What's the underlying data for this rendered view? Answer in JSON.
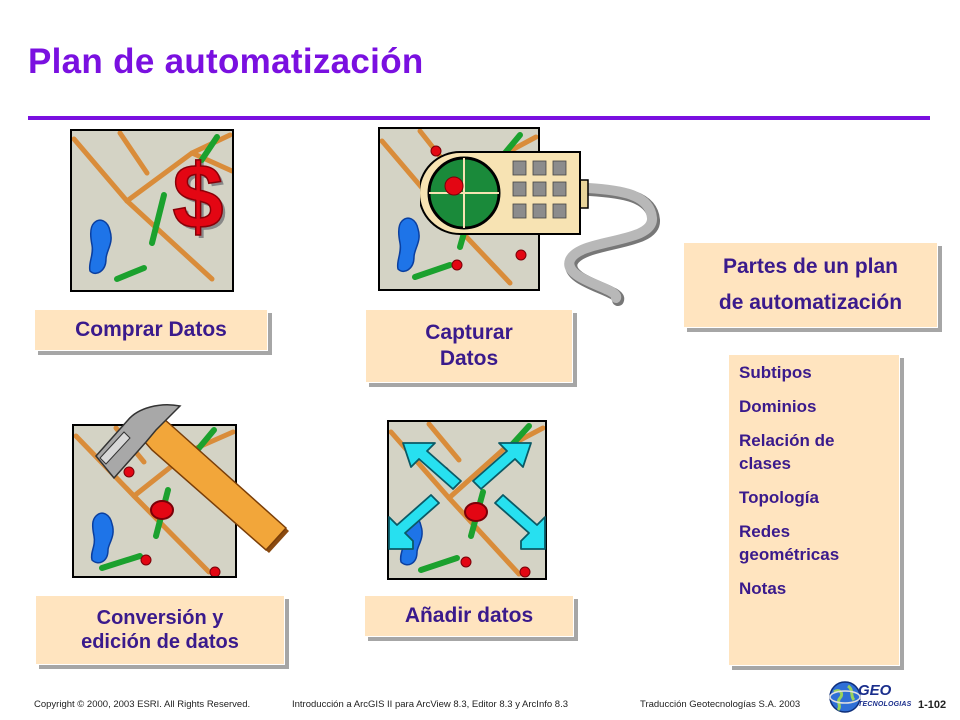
{
  "slide": {
    "title": "Plan de automatización"
  },
  "panels": {
    "buy": {
      "label": "Comprar Datos"
    },
    "capture": {
      "label_line1": "Capturar",
      "label_line2": "Datos"
    },
    "convert": {
      "label_line1": "Conversión y",
      "label_line2": "edición de datos"
    },
    "add": {
      "label": "Añadir datos"
    }
  },
  "parts": {
    "heading_line1": "Partes de un plan",
    "heading_line2": "de automatización",
    "items": [
      {
        "line1": "Subtipos",
        "line2": ""
      },
      {
        "line1": "Dominios",
        "line2": ""
      },
      {
        "line1": "Relación de",
        "line2": "clases"
      },
      {
        "line1": "Topología",
        "line2": ""
      },
      {
        "line1": "Redes",
        "line2": "geométricas"
      },
      {
        "line1": "Notas",
        "line2": ""
      }
    ]
  },
  "footer": {
    "copyright": "Copyright © 2000, 2003 ESRI.  All Rights Reserved.",
    "course": "Introducción a ArcGIS II para ArcView 8.3, Editor 8.3 y ArcInfo 8.3",
    "translation": "Traducción Geotecnologías S.A.  2003",
    "page": "1-102",
    "logo_word": "GEO",
    "logo_sub": "TECNOLOGIAS"
  },
  "colors": {
    "accent": "#7A10E0",
    "label_bg": "#FFE4BF",
    "label_text": "#3A1A8C",
    "map_bg": "#D4D3C5",
    "road": "#D98C3A",
    "feature_green": "#1BA12E",
    "lake_blue": "#1E74E8",
    "point_red": "#E30613",
    "dollar_red": "#E30613",
    "arrow_cyan": "#27E0F0"
  },
  "icons": [
    "dollar-icon",
    "gps-device-icon",
    "hammer-icon",
    "merge-arrows-icon",
    "geo-globe-icon"
  ]
}
